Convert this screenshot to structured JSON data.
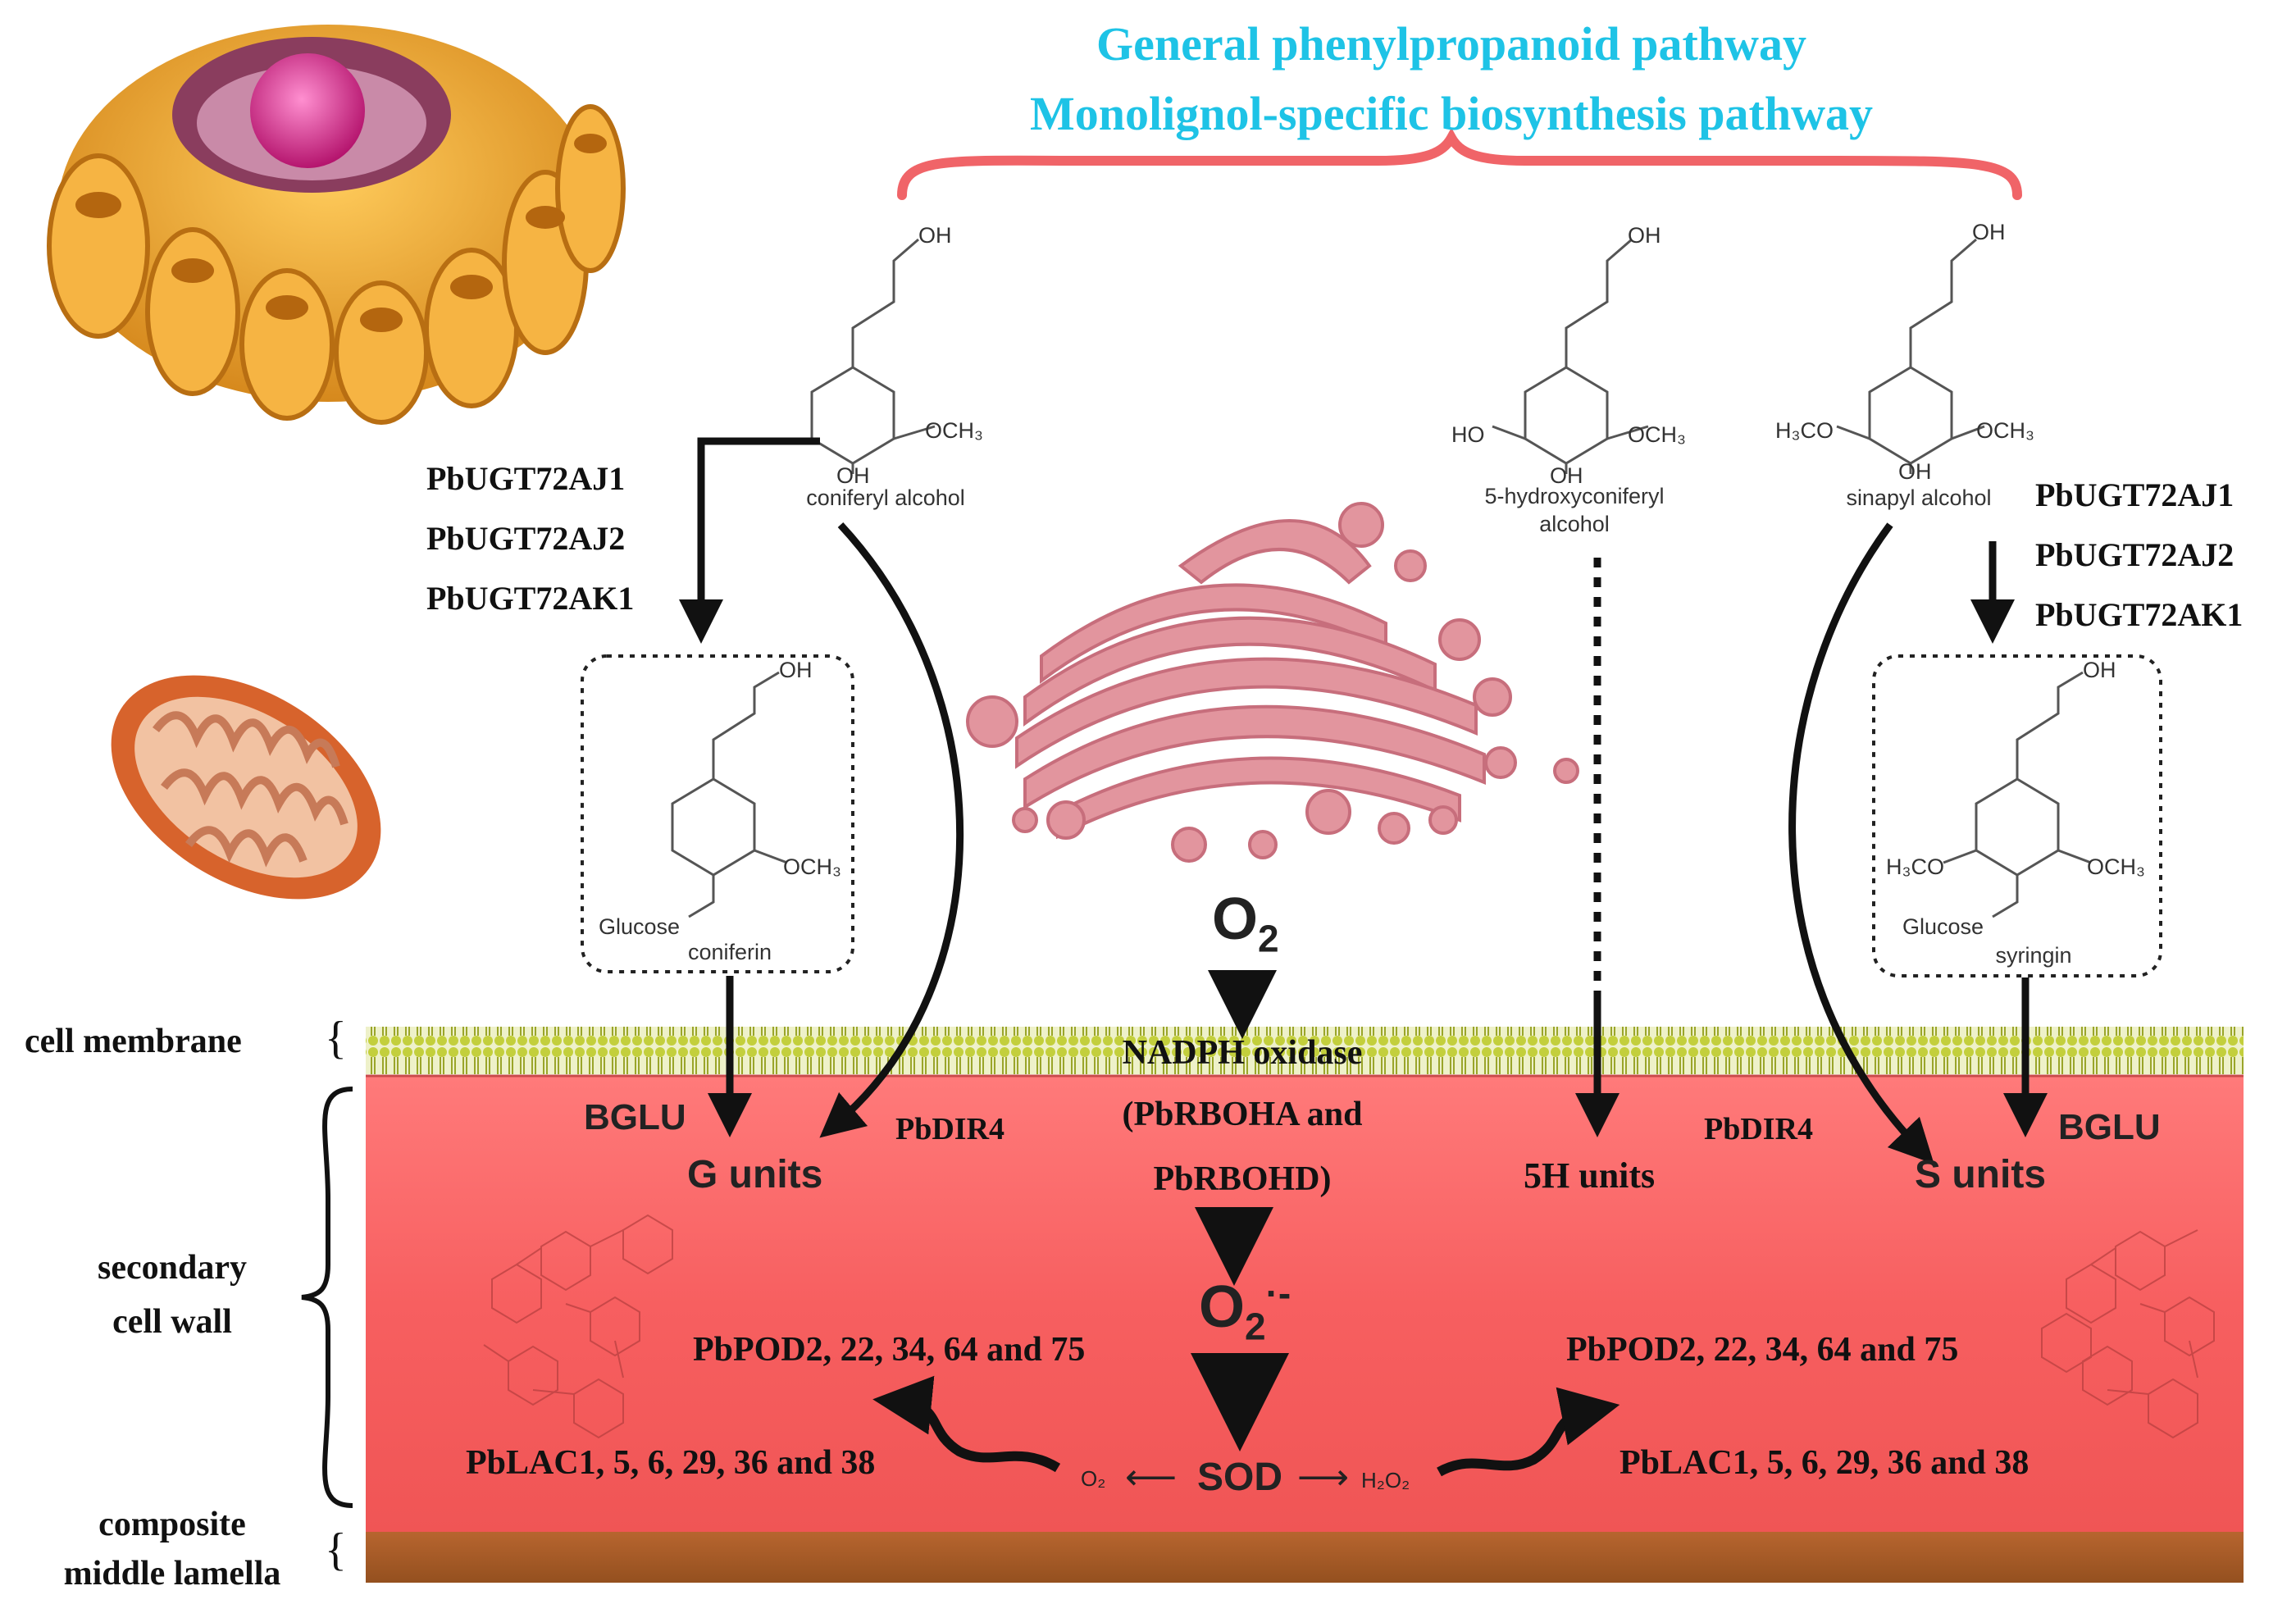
{
  "header": {
    "title_line1": "General phenylpropanoid pathway",
    "title_line2": "Monolignol-specific biosynthesis pathway"
  },
  "molecules": {
    "coniferyl": {
      "name": "coniferyl alcohol",
      "oh_top": "OH",
      "och3": "OCH₃",
      "oh_bottom": "OH"
    },
    "hydroxyconiferyl": {
      "name_line1": "5-hydroxyconiferyl",
      "name_line2": "alcohol",
      "oh_top": "OH",
      "ho": "HO",
      "och3": "OCH₃",
      "oh_bottom": "OH"
    },
    "sinapyl": {
      "name": "sinapyl  alcohol",
      "oh_top": "OH",
      "h3co": "H₃CO",
      "och3": "OCH₃",
      "oh_bottom": "OH"
    },
    "coniferin": {
      "name": "coniferin",
      "oh_top": "OH",
      "och3": "OCH₃",
      "glucose": "Glucose"
    },
    "syringin": {
      "name": "syringin",
      "oh_top": "OH",
      "h3co": "H₃CO",
      "och3": "OCH₃",
      "glucose": "Glucose"
    }
  },
  "genes_left": [
    "PbUGT72AJ1",
    "PbUGT72AJ2",
    "PbUGT72AK1"
  ],
  "genes_right": [
    "PbUGT72AJ1",
    "PbUGT72AJ2",
    "PbUGT72AK1"
  ],
  "side_labels": {
    "cell_membrane": "cell membrane",
    "secondary_cell_wall_line1": "secondary",
    "secondary_cell_wall_line2": "cell wall",
    "middle_lamella_line1": "composite",
    "middle_lamella_line2": "middle lamella",
    "brace": "{"
  },
  "wall": {
    "bglu_left": "BGLU",
    "bglu_right": "BGLU",
    "pbdir4_left": "PbDIR4",
    "pbdir4_right": "PbDIR4",
    "g_units": "G units",
    "h_units": "5H units",
    "s_units": "S units",
    "nadph_line1": "NADPH oxidase",
    "nadph_line2": "(PbRBOHA and",
    "nadph_line3": "PbRBOHD)",
    "pod_left": "PbPOD2, 22, 34, 64 and 75",
    "pod_right": "PbPOD2, 22, 34, 64 and 75",
    "lac_left": "PbLAC1, 5, 6, 29, 36 and 38",
    "lac_right": "PbLAC1, 5, 6, 29, 36 and 38",
    "sod": "SOD",
    "o2_small": "O₂",
    "h2o2": "H₂O₂",
    "left_arrow": "⟵",
    "right_arrow": "⟶"
  },
  "oxygen": {
    "o": "O",
    "sub2": "2",
    "radical_sup": "·-"
  },
  "colors": {
    "title": "#1ec3e6",
    "brace": "#f06468",
    "wall": "#f75f60",
    "membrane": "#c6d24a",
    "lamella": "#a6592b",
    "golgi": "#e2959e",
    "er": "#e9a23a",
    "mito": "#d7632c"
  }
}
